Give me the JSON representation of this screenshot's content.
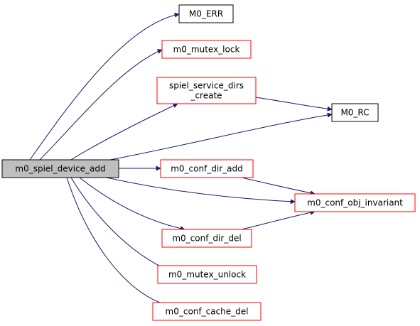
{
  "colors": {
    "edge": "#191970",
    "focus_fill": "#bfbfbf",
    "focus_stroke": "#000000",
    "linked_stroke": "#ff0000",
    "plain_stroke": "#000000",
    "node_fill": "#ffffff"
  },
  "nodes": [
    {
      "id": "m0_spiel_device_add",
      "lines": [
        "m0_spiel_device_add"
      ],
      "style": "focus"
    },
    {
      "id": "M0_ERR",
      "lines": [
        "M0_ERR"
      ],
      "style": "plain"
    },
    {
      "id": "m0_mutex_lock",
      "lines": [
        "m0_mutex_lock"
      ],
      "style": "linked"
    },
    {
      "id": "spiel_service_dirs_create",
      "lines": [
        "spiel_service_dirs",
        "_create"
      ],
      "style": "linked"
    },
    {
      "id": "M0_RC",
      "lines": [
        "M0_RC"
      ],
      "style": "plain"
    },
    {
      "id": "m0_conf_dir_add",
      "lines": [
        "m0_conf_dir_add"
      ],
      "style": "linked"
    },
    {
      "id": "m0_conf_obj_invariant",
      "lines": [
        "m0_conf_obj_invariant"
      ],
      "style": "linked"
    },
    {
      "id": "m0_conf_dir_del",
      "lines": [
        "m0_conf_dir_del"
      ],
      "style": "linked"
    },
    {
      "id": "m0_mutex_unlock",
      "lines": [
        "m0_mutex_unlock"
      ],
      "style": "linked"
    },
    {
      "id": "m0_conf_cache_del",
      "lines": [
        "m0_conf_cache_del"
      ],
      "style": "linked"
    }
  ],
  "edges": [
    {
      "from": "m0_spiel_device_add",
      "to": "M0_ERR"
    },
    {
      "from": "m0_spiel_device_add",
      "to": "m0_mutex_lock"
    },
    {
      "from": "m0_spiel_device_add",
      "to": "spiel_service_dirs_create"
    },
    {
      "from": "m0_spiel_device_add",
      "to": "M0_RC"
    },
    {
      "from": "m0_spiel_device_add",
      "to": "m0_conf_dir_add"
    },
    {
      "from": "m0_spiel_device_add",
      "to": "m0_conf_obj_invariant"
    },
    {
      "from": "m0_spiel_device_add",
      "to": "m0_conf_dir_del"
    },
    {
      "from": "m0_spiel_device_add",
      "to": "m0_mutex_unlock"
    },
    {
      "from": "m0_spiel_device_add",
      "to": "m0_conf_cache_del"
    },
    {
      "from": "spiel_service_dirs_create",
      "to": "M0_RC"
    },
    {
      "from": "m0_conf_dir_add",
      "to": "m0_conf_obj_invariant"
    },
    {
      "from": "m0_conf_dir_del",
      "to": "m0_conf_obj_invariant"
    }
  ]
}
